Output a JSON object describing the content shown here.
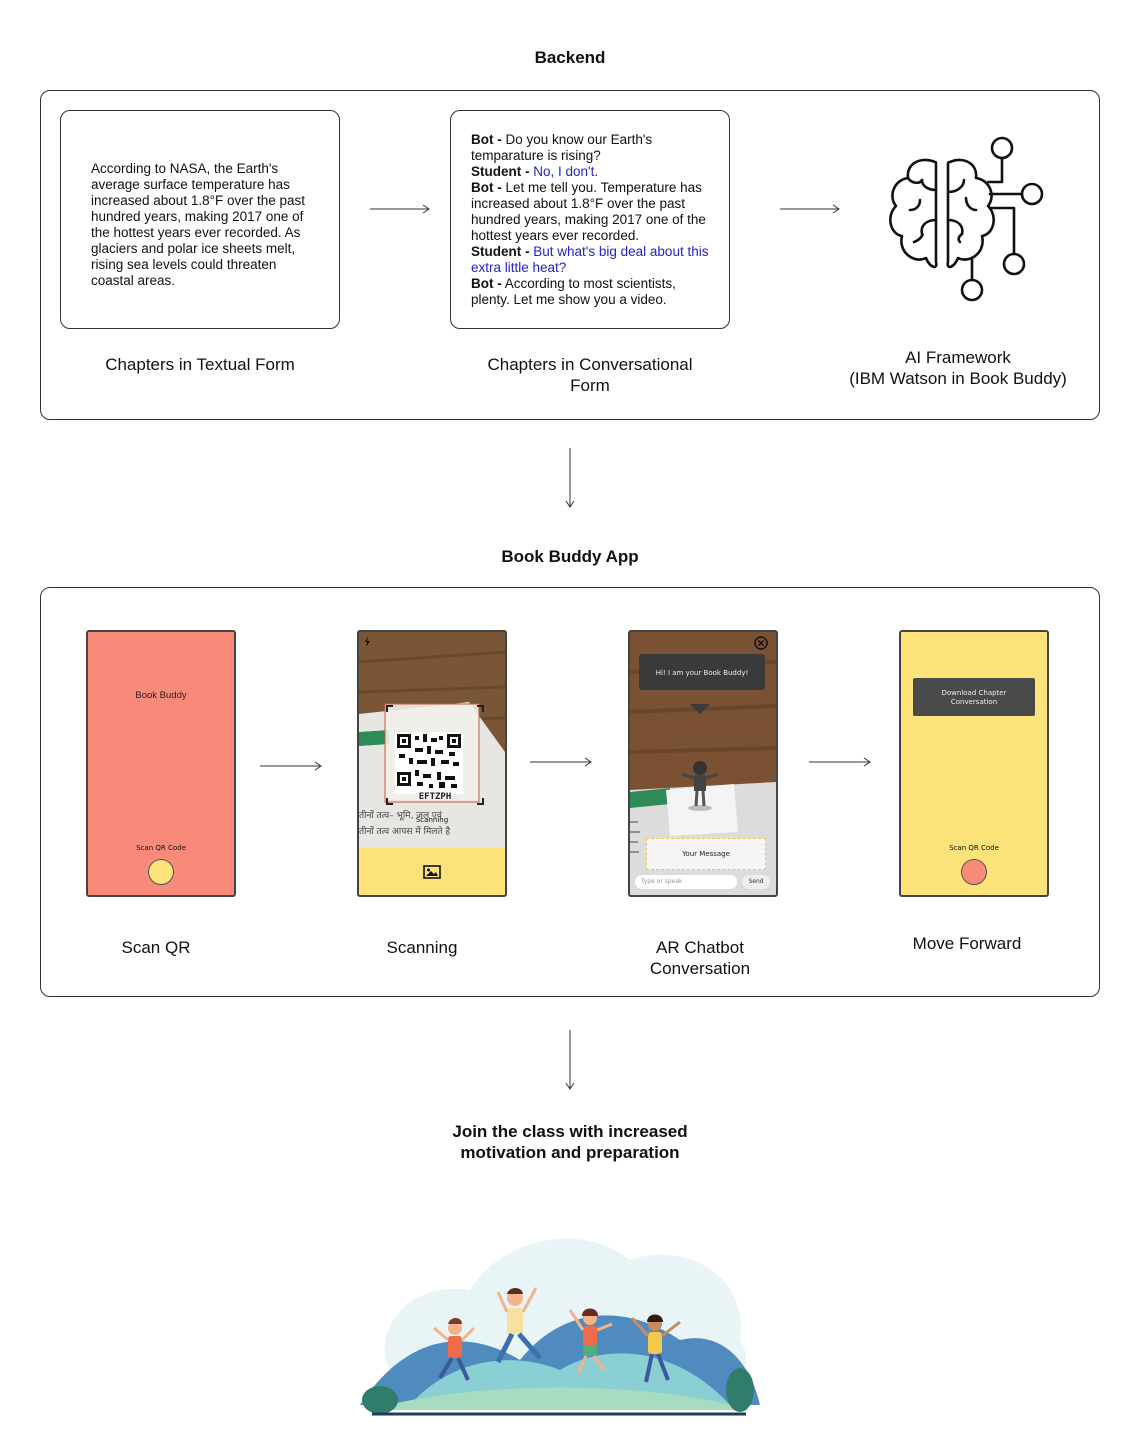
{
  "backend": {
    "title": "Backend",
    "textual_card": {
      "text": "According to NASA, the Earth's average surface temperature has increased about 1.8°F over the past hundred years, making 2017 one of the hottest years ever recorded. As glaciers and polar ice sheets melt, rising sea levels could threaten coastal areas."
    },
    "conversation": [
      {
        "speaker": "Bot -",
        "text": "Do you know our Earth's temparature is rising?",
        "highlight": false
      },
      {
        "speaker": "Student -",
        "text": "No, I don't.",
        "highlight": true
      },
      {
        "speaker": "Bot -",
        "text": "Let me tell you. Temperature has increased about 1.8°F over the past hundred years, making 2017 one of the hottest years ever recorded.",
        "highlight": false
      },
      {
        "speaker": "Student -",
        "text": "But what's big deal about this extra little heat?",
        "highlight": true
      },
      {
        "speaker": "Bot -",
        "text": "According to most scientists, plenty. Let me show you a video.",
        "highlight": false
      }
    ],
    "labels": {
      "textual": "Chapters in Textual Form",
      "conversational_line1": "Chapters in Conversational",
      "conversational_line2": "Form",
      "ai_line1": "AI Framework",
      "ai_line2": "(IBM Watson in Book Buddy)"
    },
    "ai_icon": "brain-circuit-icon"
  },
  "app": {
    "title": "Book Buddy App",
    "screens": {
      "scan_qr": {
        "app_name": "Book Buddy",
        "button_label": "Scan QR Code",
        "bg_color": "#f98a7a",
        "button_color": "#fde37a"
      },
      "scanning": {
        "status": "Scanning",
        "qr_caption": "EFTZPH",
        "book_line1": "तीनों तत्व– भूमि, जल एवं",
        "book_line2": "तीनों तत्व आपस में मिलते है",
        "gallery_icon": "image-icon",
        "flash_icon": "flash-icon"
      },
      "ar_chat": {
        "bubble": "Hi! I am your Book Buddy!",
        "your_message": "Your Message",
        "input_placeholder": "Type or speak",
        "send_label": "Send",
        "close_icon": "close-circle-icon"
      },
      "move_forward": {
        "download_label_line1": "Download Chapter",
        "download_label_line2": "Conversation",
        "button_label": "Scan QR Code",
        "bg_color": "#fde37a",
        "button_color": "#f98a7a"
      }
    },
    "labels": {
      "scan_qr": "Scan QR",
      "scanning": "Scanning",
      "ar_line1": "AR Chatbot",
      "ar_line2": "Conversation",
      "move_forward": "Move Forward"
    }
  },
  "outcome": {
    "line1": "Join the class with increased",
    "line2": "motivation and preparation",
    "illustration": "jumping-kids-illustration"
  }
}
